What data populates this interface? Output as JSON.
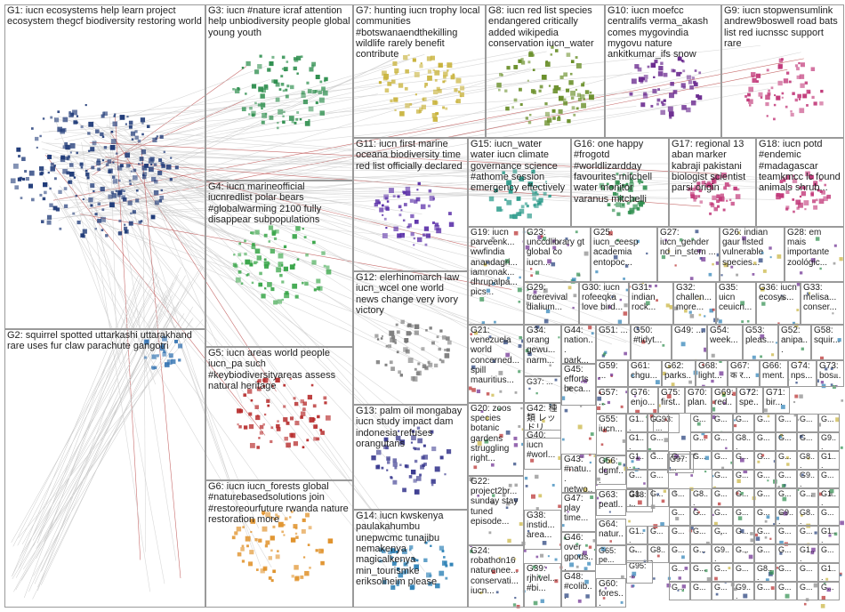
{
  "title": "",
  "groups": [
    {
      "id": "G1",
      "text": "G1: iucn ecosystems help learn project ecosystem thegcf biodiversity restoring world"
    },
    {
      "id": "G2",
      "text": "G2: squirrel spotted uttarkashi uttarakhand rare uses fur claw parachute gangotri"
    },
    {
      "id": "G3",
      "text": "G3: iucn #nature icraf attention help unbiodiversity people global young youth"
    },
    {
      "id": "G4",
      "text": "G4: iucn marineofficial iucnredlist polar bears #globalwarming 2100 fully disappear subpopulations"
    },
    {
      "id": "G5",
      "text": "G5: iucn areas world people iucn_pa such #keybiodiversityareas assess natural heritage"
    },
    {
      "id": "G6",
      "text": "G6: iucn iucn_forests global #naturebasedsolutions join #restoreourfuture rwanda nature restoration more"
    },
    {
      "id": "G7",
      "text": "G7: hunting iucn trophy local communities #botswanaendthekilling wildlife rarely benefit contribute"
    },
    {
      "id": "G8",
      "text": "G8: iucn red list species endangered critically added wikipedia conservation iucn_water"
    },
    {
      "id": "G9",
      "text": "G9: iucn stopwensumlink andrew9boswell road bats list red iucnssc support rare"
    },
    {
      "id": "G10",
      "text": "G10: iucn moefcc centralifs verma_akash comes mygovindia mygovu nature ankitkumar_ifs snow"
    },
    {
      "id": "G11",
      "text": "G11: iucn first marine oceana biodiversity time red list officially declared"
    },
    {
      "id": "G12",
      "text": "G12: elerhinomarch law iucn_wcel one world news change very ivory victory"
    },
    {
      "id": "G13",
      "text": "G13: palm oil mongabay iucn study impact dam indonesia refuses orangutans"
    },
    {
      "id": "G14",
      "text": "G14: iucn kwskenya paulakahumbu unepwcmc tunajibu nemakenya magicalkenya min_tourismke eriksolheim please"
    },
    {
      "id": "G15",
      "text": "G15: iucn_water water iucn climate governance science #athome session emergency effectively"
    },
    {
      "id": "G16",
      "text": "G16: one happy #frogotd #worldlizardday favourites mitchell water monitor varanus mitchelli"
    },
    {
      "id": "G17",
      "text": "G17: regional 13 aban marker kabraji pakistani biologist scientist parsi origin"
    },
    {
      "id": "G18",
      "text": "G18: iucn potd #endemic #madagascar teamkmcc lc found animals shrub..."
    },
    {
      "id": "G19",
      "text": "G19: iucn parveenk... wwfindia anandagri... iamronak... dhrupalpa... pics..."
    },
    {
      "id": "G20",
      "text": "G20: zoos species botanic gardens struggling right..."
    },
    {
      "id": "G21",
      "text": "G21: venezuela world concerned... spill mauritius..."
    },
    {
      "id": "G22",
      "text": "G22: project2br... sunday stay tuned episode..."
    },
    {
      "id": "G23",
      "text": "G23: unccdlibrary gt global co iucn..."
    },
    {
      "id": "G24",
      "text": "G24: robathon16 naturenee... conservati... iucn..."
    },
    {
      "id": "G25",
      "text": "G25: iucn_ceesp academia entopoc..."
    },
    {
      "id": "G26",
      "text": "G26: indian gaur listed vulnerable species..."
    },
    {
      "id": "G27",
      "text": "G27: iucn_gender nd_in_stem ..."
    },
    {
      "id": "G28",
      "text": "G28: em mais importante zoológic..."
    },
    {
      "id": "G29",
      "text": "G29: treerevival dialium..."
    },
    {
      "id": "G30",
      "text": "G30: iucn rofeeqka love bird..."
    },
    {
      "id": "G31",
      "text": "G31: indian rock..."
    },
    {
      "id": "G32",
      "text": "G32: challen... more..."
    },
    {
      "id": "G33",
      "text": "G33: melisa... conser..."
    },
    {
      "id": "G34",
      "text": "G34: orang gewu... narm..."
    },
    {
      "id": "G35",
      "text": "G35: uicn ceuicn..."
    },
    {
      "id": "G36",
      "text": "G36: iucn ecosys..."
    },
    {
      "id": "G37",
      "text": "G37: ..."
    },
    {
      "id": "G38",
      "text": "G38: instid... area..."
    },
    {
      "id": "G39",
      "text": "G39: rjhivel... #bi..."
    },
    {
      "id": "G40",
      "text": "G40: iucn #worl..."
    },
    {
      "id": "G42",
      "text": "G42: 種類 レッドリ..."
    },
    {
      "id": "G43",
      "text": "G43: #natu... netwo..."
    },
    {
      "id": "G44",
      "text": "G44: nation... park..."
    },
    {
      "id": "G45",
      "text": "G45: efforts beca..."
    },
    {
      "id": "G46",
      "text": "G46: over gpods..."
    },
    {
      "id": "G47",
      "text": "G47: play time..."
    },
    {
      "id": "G48",
      "text": "G48: #colib..."
    },
    {
      "id": "G49",
      "text": "G49: ..."
    },
    {
      "id": "G50",
      "text": "G50: #tidyt..."
    },
    {
      "id": "G51",
      "text": "G51: ..."
    },
    {
      "id": "G52",
      "text": "G52: anipa..."
    },
    {
      "id": "G53",
      "text": "G53: pleas..."
    },
    {
      "id": "G54",
      "text": "G54: week..."
    },
    {
      "id": "G55",
      "text": "G55: iucn..."
    },
    {
      "id": "G56",
      "text": "G56: dgmf..."
    },
    {
      "id": "G57",
      "text": "G57: ..."
    },
    {
      "id": "G58",
      "text": "G58: squir..."
    },
    {
      "id": "G59",
      "text": "G59: ..."
    },
    {
      "id": "G60",
      "text": "G60: fores..."
    },
    {
      "id": "G61",
      "text": "G61: chgu..."
    },
    {
      "id": "G62",
      "text": "G62: parks..."
    },
    {
      "id": "G63",
      "text": "G63: peatl..."
    },
    {
      "id": "G64",
      "text": "G64: natur..."
    },
    {
      "id": "G65",
      "text": "G65: pe..."
    },
    {
      "id": "G66",
      "text": "G66: ment..."
    },
    {
      "id": "G67",
      "text": "G67: क र..."
    },
    {
      "id": "G68",
      "text": "G68: light..."
    },
    {
      "id": "G69",
      "text": "G69: red..."
    },
    {
      "id": "G70",
      "text": "G70: plan..."
    },
    {
      "id": "G71",
      "text": "G71: bir..."
    },
    {
      "id": "G72",
      "text": "G72: spe..."
    },
    {
      "id": "G73",
      "text": "G73: bos..."
    },
    {
      "id": "G74",
      "text": "G74: nps..."
    },
    {
      "id": "G75",
      "text": "G75: first..."
    },
    {
      "id": "G76",
      "text": "G76: enjo..."
    },
    {
      "id": "G88",
      "text": "G88: ..."
    },
    {
      "id": "G93",
      "text": "G93: ..."
    },
    {
      "id": "G95",
      "text": "G95: ..."
    },
    {
      "id": "G97",
      "text": "G97: ..."
    },
    {
      "id": "G",
      "text": "G..."
    },
    {
      "id": "G1x",
      "text": "G1..."
    },
    {
      "id": "G8x",
      "text": "G8..."
    },
    {
      "id": "G9x",
      "text": "G9..."
    }
  ],
  "colors": {
    "G1": "#1f3a78",
    "G2": "#2d6fb0",
    "G3": "#2f8f4f",
    "G4": "#3aa64a",
    "G5": "#b62a2a",
    "G6": "#e0922b",
    "G7": "#c8b23a",
    "G8": "#6a8f2a",
    "G9": "#c23a7a",
    "G10": "#6a2a8f",
    "G11": "#5a2fa8",
    "G12": "#777777",
    "G13": "#3a3a8f",
    "G14": "#2a7fb5",
    "G15": "#2a9a8a",
    "edge": "#c8c8c8",
    "edge_red": "#b03030",
    "border": "#9a9a9a"
  }
}
